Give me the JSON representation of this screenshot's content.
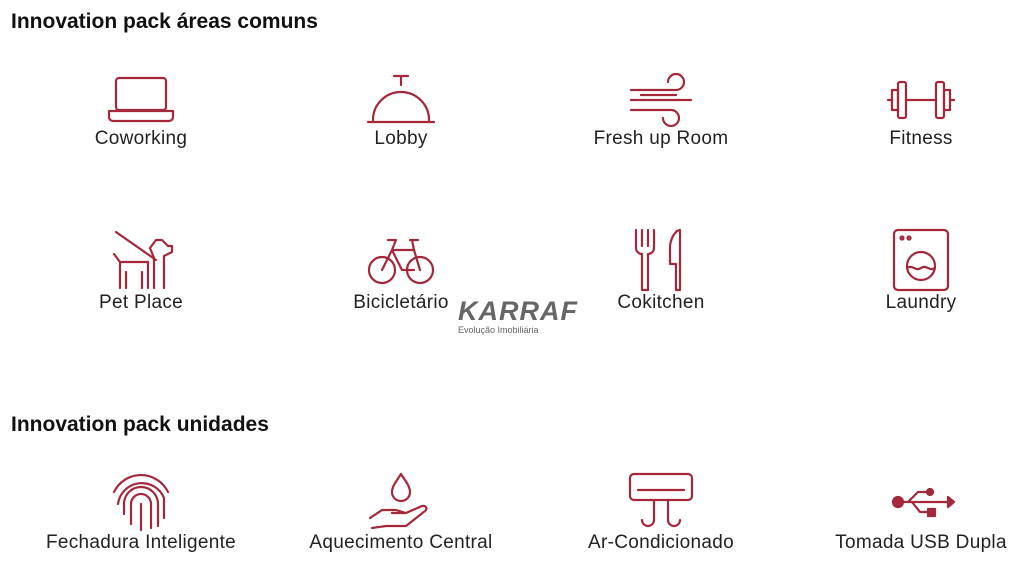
{
  "sections": [
    {
      "title": "Innovation pack áreas comuns",
      "items": [
        {
          "label": "Coworking",
          "icon": "laptop-icon"
        },
        {
          "label": "Lobby",
          "icon": "service-bell-icon"
        },
        {
          "label": "Fresh up Room",
          "icon": "wind-icon"
        },
        {
          "label": "Fitness",
          "icon": "dumbbell-icon"
        },
        {
          "label": "Pet Place",
          "icon": "dog-icon"
        },
        {
          "label": "Bicicletário",
          "icon": "bicycle-icon"
        },
        {
          "label": "Cokitchen",
          "icon": "fork-knife-icon"
        },
        {
          "label": "Laundry",
          "icon": "washing-machine-icon"
        }
      ]
    },
    {
      "title": "Innovation pack unidades",
      "items": [
        {
          "label": "Fechadura Inteligente",
          "icon": "fingerprint-icon"
        },
        {
          "label": "Aquecimento Central",
          "icon": "water-drop-hand-icon"
        },
        {
          "label": "Ar-Condicionado",
          "icon": "air-conditioner-icon"
        },
        {
          "label": "Tomada USB Dupla",
          "icon": "usb-icon"
        }
      ]
    }
  ],
  "watermark": {
    "brand": "KARRAF",
    "tagline": "Evolução Imobiliária"
  },
  "colors": {
    "accent": "#a3283a"
  }
}
